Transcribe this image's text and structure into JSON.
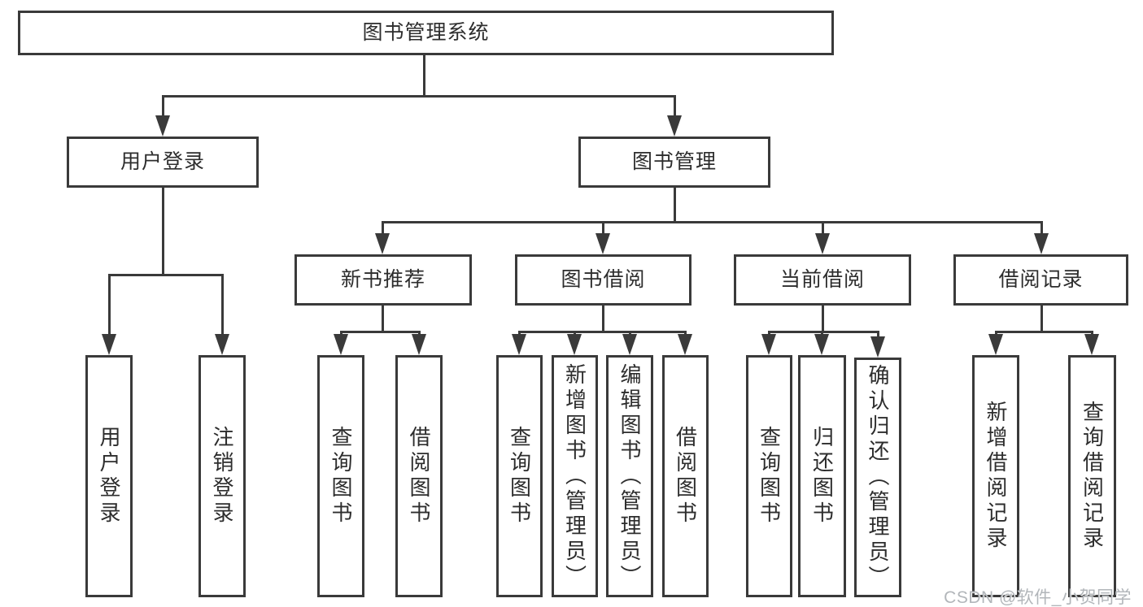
{
  "tree": {
    "root": "图书管理系统",
    "user_login": {
      "label": "用户登录",
      "children": [
        "用户登录",
        "注销登录"
      ]
    },
    "book_mgmt": {
      "label": "图书管理",
      "sections": [
        {
          "label": "新书推荐",
          "children": [
            "查询图书",
            "借阅图书"
          ]
        },
        {
          "label": "图书借阅",
          "children": [
            "查询图书",
            "新增图书（管理员）",
            "编辑图书（管理员）",
            "借阅图书"
          ]
        },
        {
          "label": "当前借阅",
          "children": [
            "查询图书",
            "归还图书",
            "确认归还（管理员）"
          ]
        },
        {
          "label": "借阅记录",
          "children": [
            "新增借阅记录",
            "查询借阅记录"
          ]
        }
      ]
    }
  },
  "watermark": "CSDN @软件_小贺同学",
  "colors": {
    "line": "#3a3a3a",
    "text": "#2d2d2d",
    "background": "#ffffff",
    "watermark": "#b2b6ba"
  }
}
